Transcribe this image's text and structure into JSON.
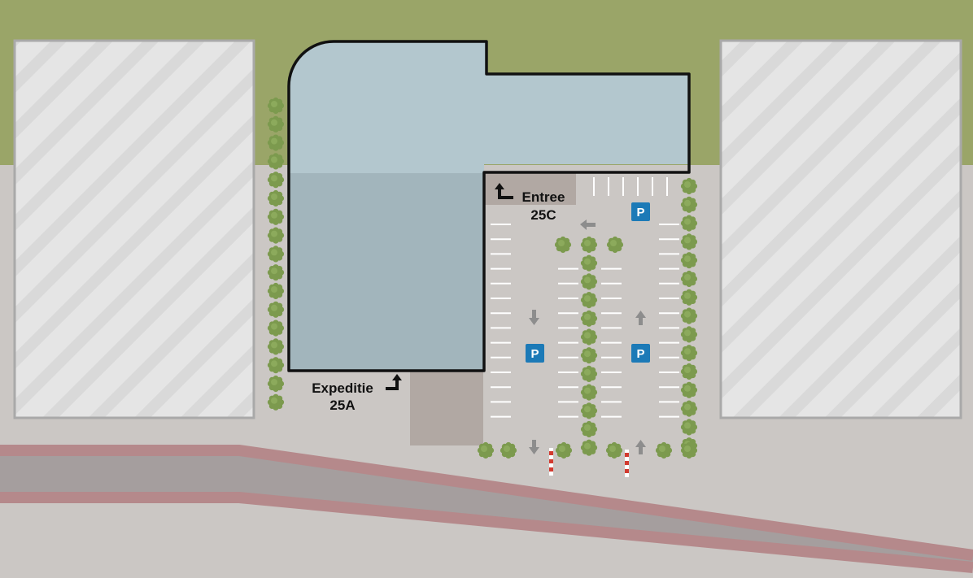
{
  "map": {
    "entrance_label_line1": "Entree",
    "entrance_label_line2": "25C",
    "shipping_label_line1": "Expeditie",
    "shipping_label_line2": "25A",
    "parking_symbol": "P",
    "colors": {
      "grass": "#9aa568",
      "pavement": "#cbc7c4",
      "building_light": "#b3c7ce",
      "building_dark": "#a2b5bc",
      "building_outline": "#111111",
      "neighbor_fill": "#e5e5e5",
      "neighbor_stripe": "#d9d9d9",
      "neighbor_border": "#a9a9a9",
      "road_fill": "#a59e9e",
      "road_edge": "#b5898b",
      "loading_zone": "#b1a8a3",
      "parking_sign": "#1c7ab7",
      "tree": "#7c9a4e",
      "lane_marking": "#ffffff",
      "direction_arrow": "#8d8d8d",
      "barrier_red": "#d23a2f"
    },
    "icons": [
      "turn-arrow-icon",
      "direction-arrow-icon",
      "parking-sign-icon",
      "tree-icon",
      "barrier-icon"
    ]
  }
}
